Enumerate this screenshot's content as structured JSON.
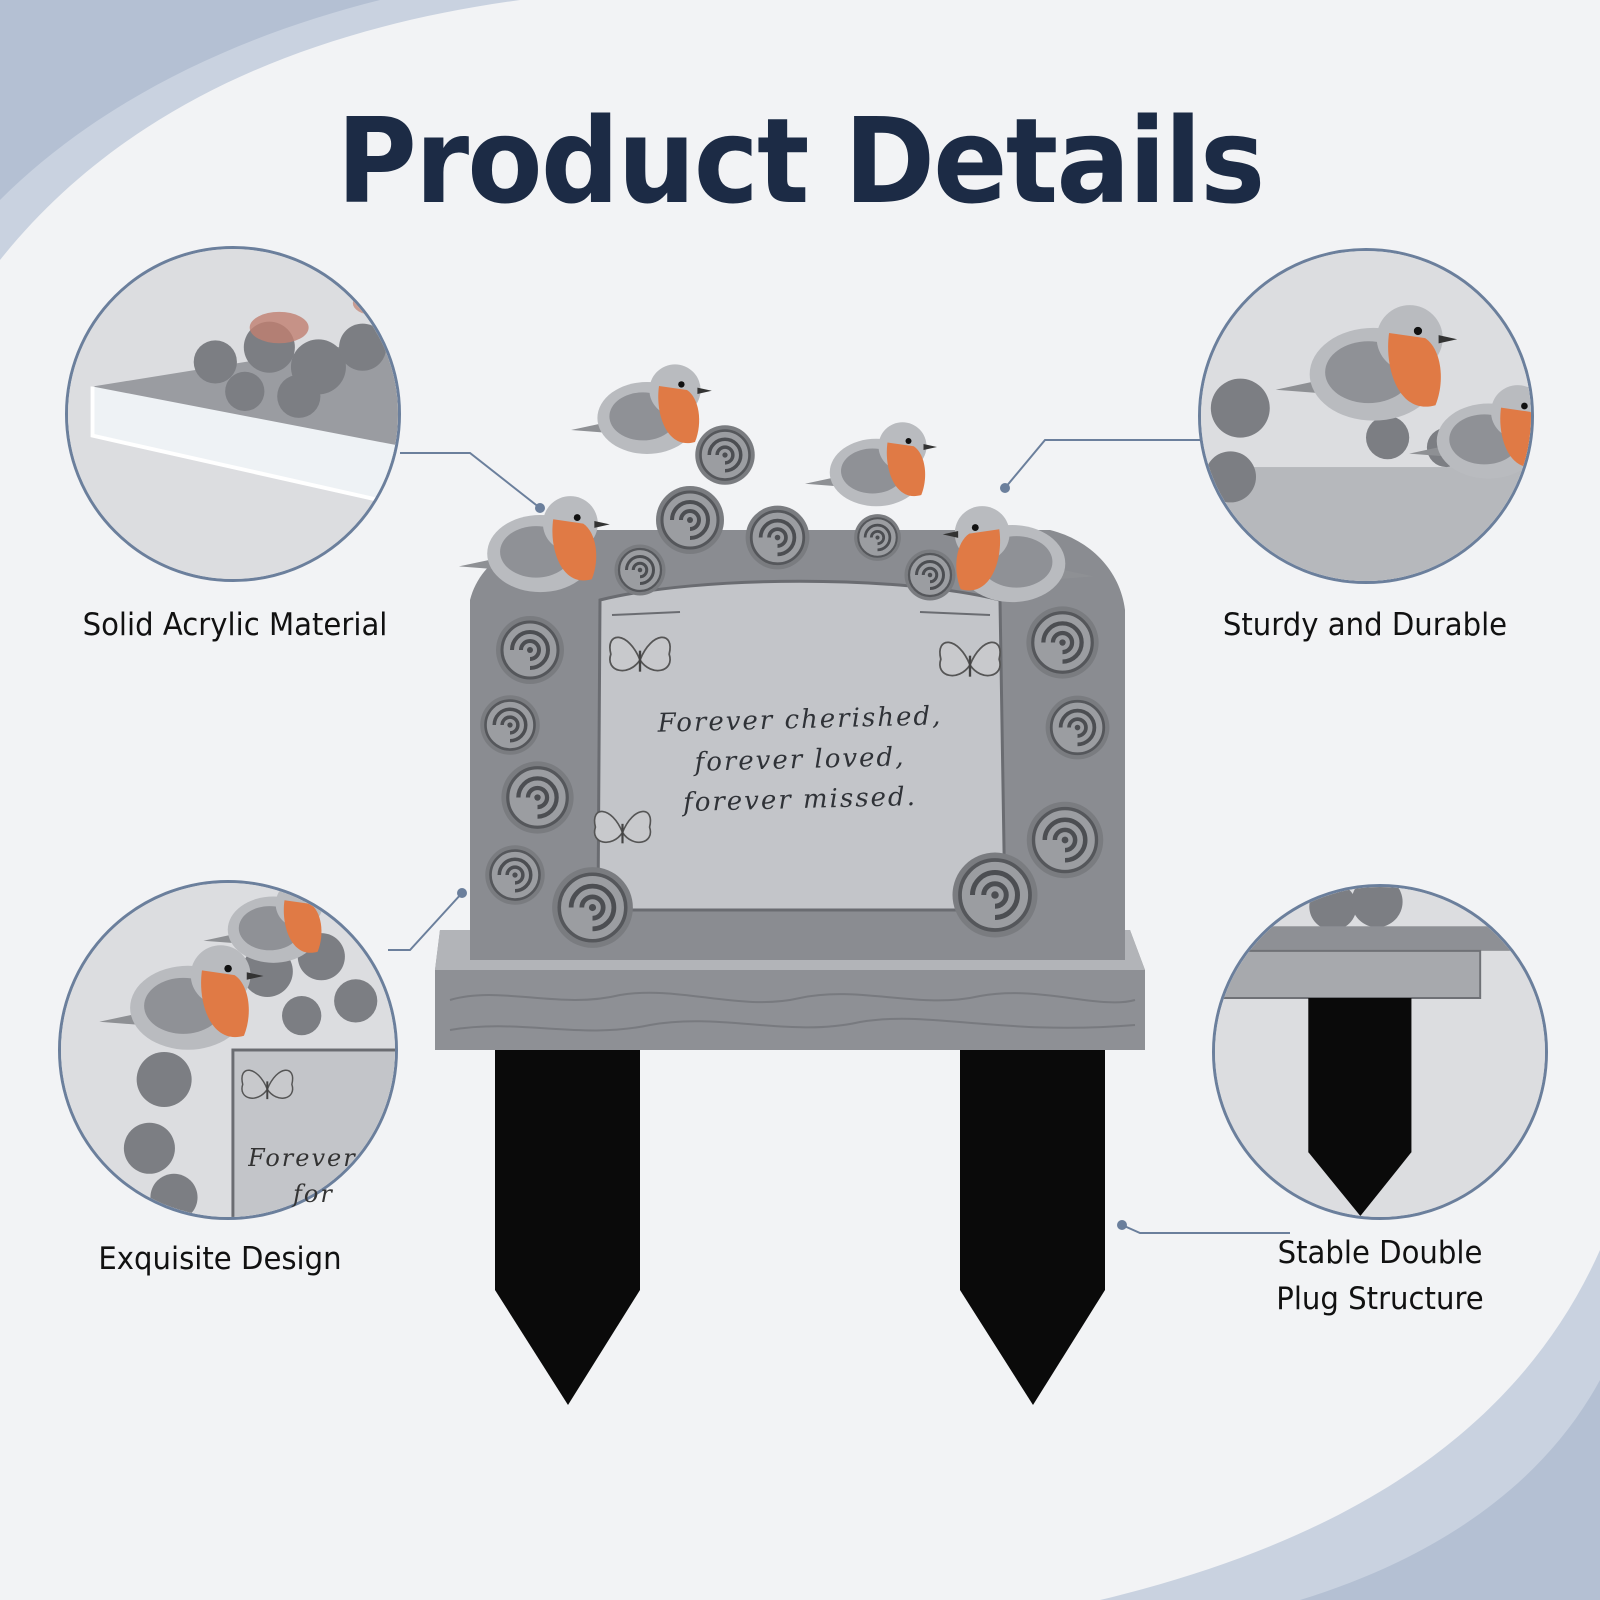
{
  "title": "Product Details",
  "features": {
    "top_left": "Solid Acrylic Material",
    "top_right": "Sturdy and Durable",
    "bottom_left": "Exquisite Design",
    "bottom_right_line1": "Stable Double",
    "bottom_right_line2": "Plug Structure"
  },
  "plaque": {
    "line1": "Forever cherished,",
    "line2": "forever loved,",
    "line3": "forever missed."
  },
  "closeup_text": {
    "line1": "Forever",
    "line2": "for"
  },
  "colors": {
    "title": "#1c2b45",
    "circle_border": "#6b7f9c",
    "robin_breast": "#e07a45",
    "stone": "#9a9ca0",
    "stake": "#0a0a0a"
  },
  "icons": [
    "robin-icon",
    "rose-icon",
    "butterfly-icon",
    "stake-icon"
  ]
}
